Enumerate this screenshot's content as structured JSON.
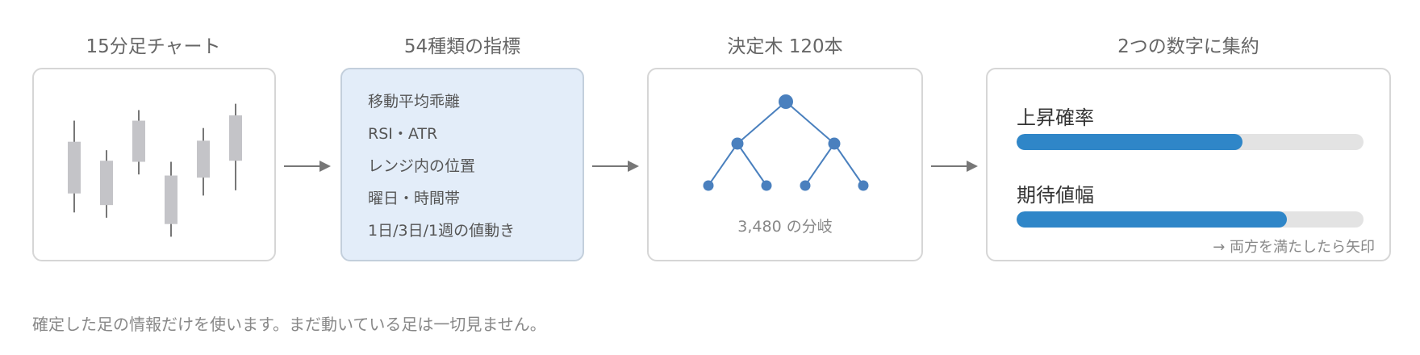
{
  "steps": {
    "chart": {
      "title": "15分足チャート",
      "candles": [
        {
          "open": 0.72,
          "close": 0.23,
          "high": 0.92,
          "low": 0.05
        },
        {
          "open": 0.54,
          "close": 0.12,
          "high": 0.64,
          "low": 0.0
        },
        {
          "open": 0.92,
          "close": 0.53,
          "high": 1.02,
          "low": 0.41
        },
        {
          "open": 0.4,
          "close": -0.06,
          "high": 0.53,
          "low": -0.18
        },
        {
          "open": 0.73,
          "close": 0.38,
          "high": 0.85,
          "low": 0.21
        },
        {
          "open": 0.97,
          "close": 0.54,
          "high": 1.08,
          "low": 0.26
        }
      ]
    },
    "indicators": {
      "title": "54種類の指標",
      "items": [
        "移動平均乖離",
        "RSI・ATR",
        "レンジ内の位置",
        "曜日・時間帯",
        "1日/3日/1週の値動き"
      ]
    },
    "trees": {
      "title": "決定木 120本",
      "caption": "3,480 の分岐"
    },
    "aggregate": {
      "title": "2つの数字に集約",
      "metrics": [
        {
          "label": "上昇確率",
          "fraction": 0.65
        },
        {
          "label": "期待値幅",
          "fraction": 0.78
        }
      ],
      "note": "→ 両方を満たしたら矢印"
    }
  },
  "footer": "確定した足の情報だけを使います。まだ動いている足は一切見ません。",
  "colors": {
    "candle": "#c4c4c8",
    "wick": "#555555",
    "tree": "#4a80be",
    "bar_fill": "#2f86c8",
    "bar_track": "#e3e3e3",
    "indicator_bg": "#e3edf9"
  }
}
